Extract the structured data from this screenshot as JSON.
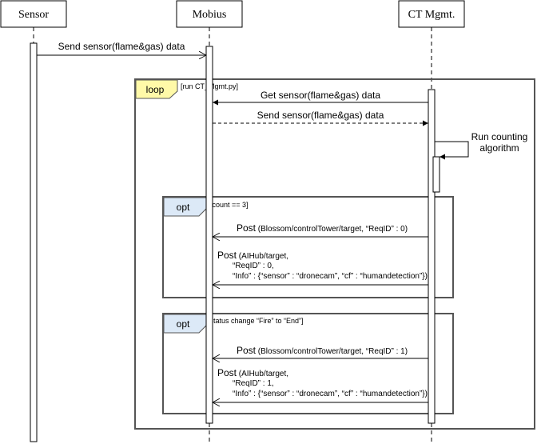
{
  "participants": {
    "sensor": "Sensor",
    "mobius": "Mobius",
    "ctmgmt": "CT Mgmt."
  },
  "messages": {
    "m1": "Send sensor(flame&gas) data",
    "m2": "Get sensor(flame&gas) data",
    "m3": "Send sensor(flame&gas) data",
    "self_line1": "Run counting",
    "self_line2": "algorithm"
  },
  "loop": {
    "tag": "loop",
    "guard": "[run CT_Mgmt.py]"
  },
  "opt1": {
    "tag": "opt",
    "guard": "[count == 3]",
    "msg1_head": "Post",
    "msg1_rest": " (Blossom/controlTower/target, “ReqID” : 0)",
    "msg2_head": "Post",
    "msg2_rest": " (AIHub/target,",
    "msg2_line2": "“ReqID” : 0,",
    "msg2_line3": "“Info” : {“sensor” : “dronecam”, “cf” : “humandetection”})"
  },
  "opt2": {
    "tag": "opt",
    "guard": "[status change “Fire” to “End”]",
    "msg1_head": "Post",
    "msg1_rest": " (Blossom/controlTower/target, “ReqID” : 1)",
    "msg2_head": "Post",
    "msg2_rest": " (AIHub/target,",
    "msg2_line2": "“ReqID” : 1,",
    "msg2_line3": "“Info” : {“sensor” : “dronecam”, “cf” : “humandetection”})"
  },
  "colors": {
    "loop_tag_fill": "#FFF9A8",
    "opt_tag_fill": "#DCE9F7",
    "frame_stroke": "#555555",
    "line": "#000000"
  }
}
